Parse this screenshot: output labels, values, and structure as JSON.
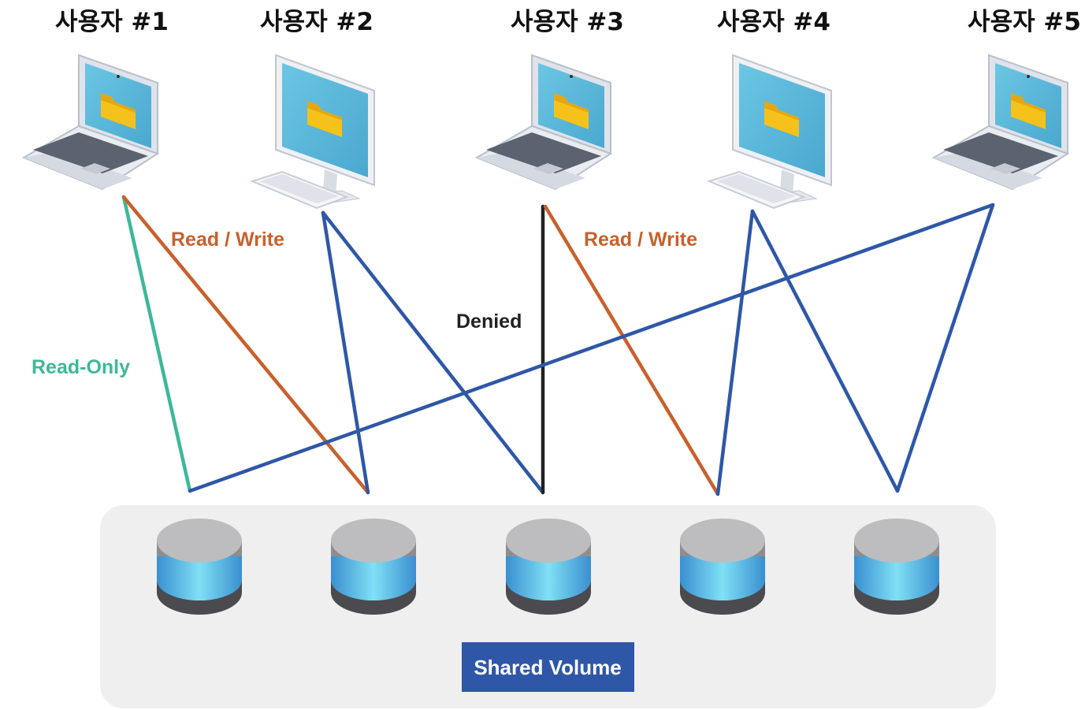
{
  "users": [
    {
      "label": "사용자 #1",
      "device": "laptop"
    },
    {
      "label": "사용자 #2",
      "device": "desktop"
    },
    {
      "label": "사용자 #3",
      "device": "laptop"
    },
    {
      "label": "사용자 #4",
      "device": "desktop"
    },
    {
      "label": "사용자 #5",
      "device": "laptop"
    }
  ],
  "edge_labels": {
    "read_only": "Read-Only",
    "read_write_1": "Read / Write",
    "read_write_2": "Read / Write",
    "denied": "Denied"
  },
  "shared_volume": {
    "label": "Shared Volume",
    "disk_count": 5
  },
  "colors": {
    "read_only": "#3db89a",
    "read_write": "#c9602c",
    "denied": "#222222",
    "shared": "#2f57a8",
    "volume_badge": "#2f57a8",
    "volume_panel": "#efefef",
    "screen": "#5cb8d8",
    "folder": "#f5c21b"
  }
}
